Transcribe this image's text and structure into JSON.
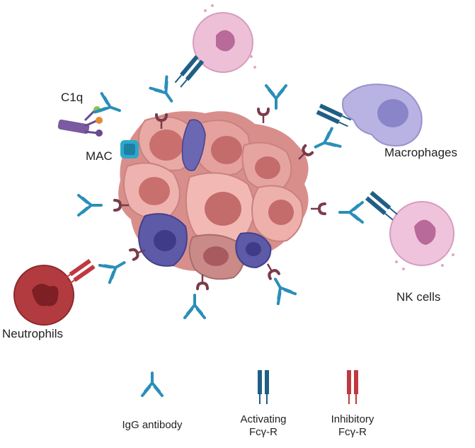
{
  "labels": {
    "c1q": "C1q",
    "mac": "MAC",
    "macrophages": "Macrophages",
    "nk_cells": "NK cells",
    "neutrophils": "Neutrophils"
  },
  "legend": {
    "igg": "IgG antibody",
    "activating_line1": "Activating",
    "activating_line2": "Fcγ-R",
    "inhibitory_line1": "Inhibitory",
    "inhibitory_line2": "Fcγ-R"
  },
  "colors": {
    "antibody": "#2a8fb8",
    "activating_receptor": "#1f5f86",
    "inhibitory_receptor": "#c0393f",
    "inhibitory_fcr": "#7a3b4a",
    "tumor_pink": "#e7a3a0",
    "tumor_dark": "#b96e6e",
    "tumor_purple": "#5d5aa8",
    "macrophage": "#b9b3e3",
    "nk_cell": "#f0c3dc",
    "neutrophil": "#b23b3f"
  }
}
